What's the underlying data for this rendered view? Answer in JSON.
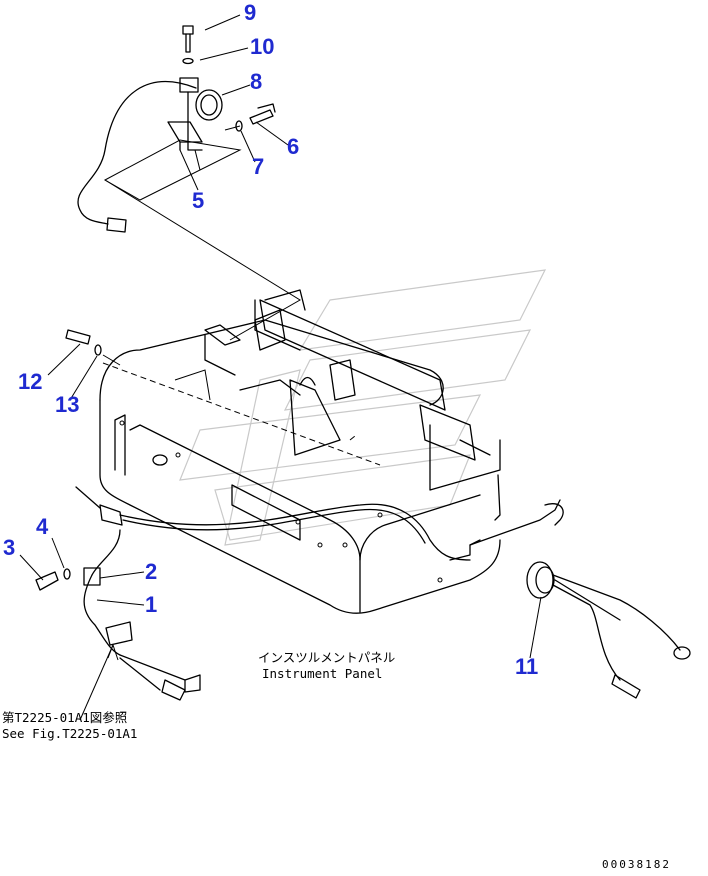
{
  "callouts": {
    "p1": "1",
    "p2": "2",
    "p3": "3",
    "p4": "4",
    "p5": "5",
    "p6": "6",
    "p7": "7",
    "p8": "8",
    "p9": "9",
    "p10": "10",
    "p11": "11",
    "p12": "12",
    "p13": "13"
  },
  "panel_label": {
    "jp": "インスツルメントパネル",
    "en": "Instrument Panel"
  },
  "reference_note": {
    "jp": "第T2225-01A1図参照",
    "en": "See Fig.T2225-01A1"
  },
  "serial_number": "00038182",
  "colors": {
    "callout": "#1f2ad0",
    "line": "#000000",
    "watermark": "#c9c9c9"
  }
}
